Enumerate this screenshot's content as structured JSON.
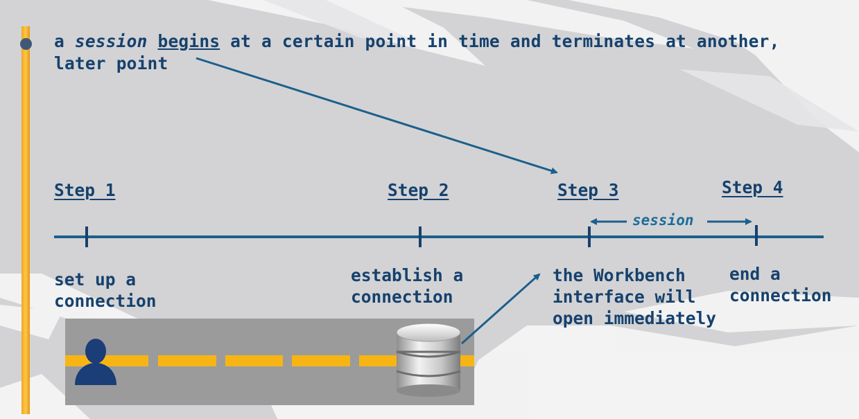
{
  "headline": {
    "part1": "a ",
    "session_word": "session",
    "part2": " ",
    "begins_word": "begins",
    "part3": " at a certain point in time and terminates at another, later point"
  },
  "steps": [
    {
      "label": "Step 1",
      "description": "set up a\nconnection"
    },
    {
      "label": "Step 2",
      "description": "establish a\nconnection"
    },
    {
      "label": "Step 3",
      "description": "the Workbench\ninterface will\nopen immediately"
    },
    {
      "label": "Step 4",
      "description": "end a\nconnection"
    }
  ],
  "session_label": "session",
  "colors": {
    "text_navy": "#16416d",
    "timeline_blue": "#1c5f8c",
    "accent_orange": "#f3a51a",
    "road_gray": "#9b9b9b",
    "background": "#d3d3d5"
  },
  "icons": [
    "user-silhouette-icon",
    "database-icon"
  ]
}
